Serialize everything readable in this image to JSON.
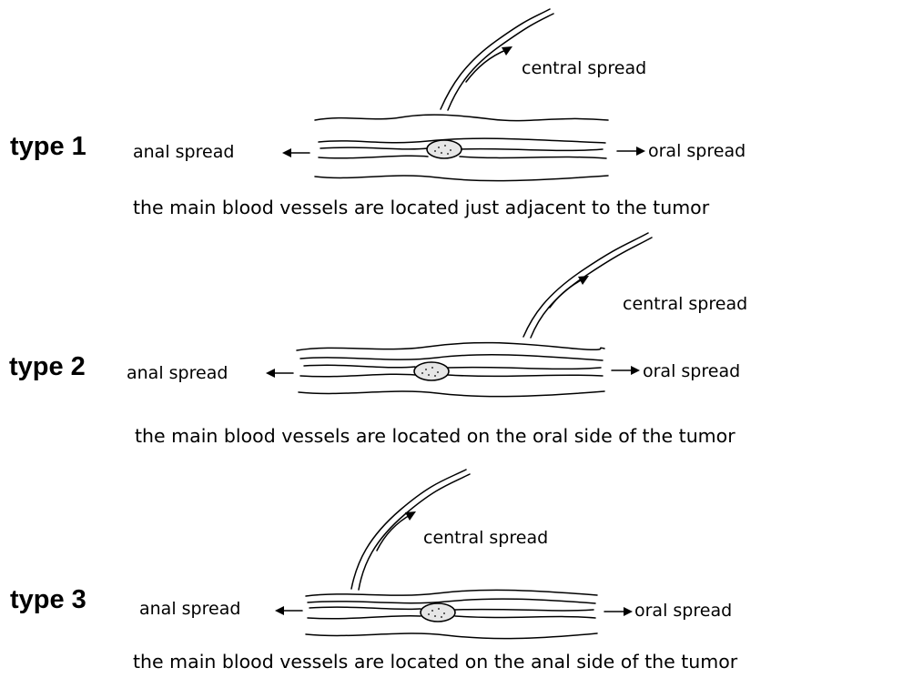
{
  "types": [
    {
      "id": "type1",
      "label": "type 1",
      "anal": "anal spread",
      "oral": "oral spread",
      "central": "central spread",
      "caption": "the main blood vessels are located just adjacent to the tumor"
    },
    {
      "id": "type2",
      "label": "type 2",
      "anal": "anal spread",
      "oral": "oral spread",
      "central": "central spread",
      "caption": "the main blood vessels are located on the oral side of the tumor"
    },
    {
      "id": "type3",
      "label": "type 3",
      "anal": "anal spread",
      "oral": "oral spread",
      "central": "central spread",
      "caption": "the main blood vessels are located on the anal side of the tumor"
    }
  ]
}
